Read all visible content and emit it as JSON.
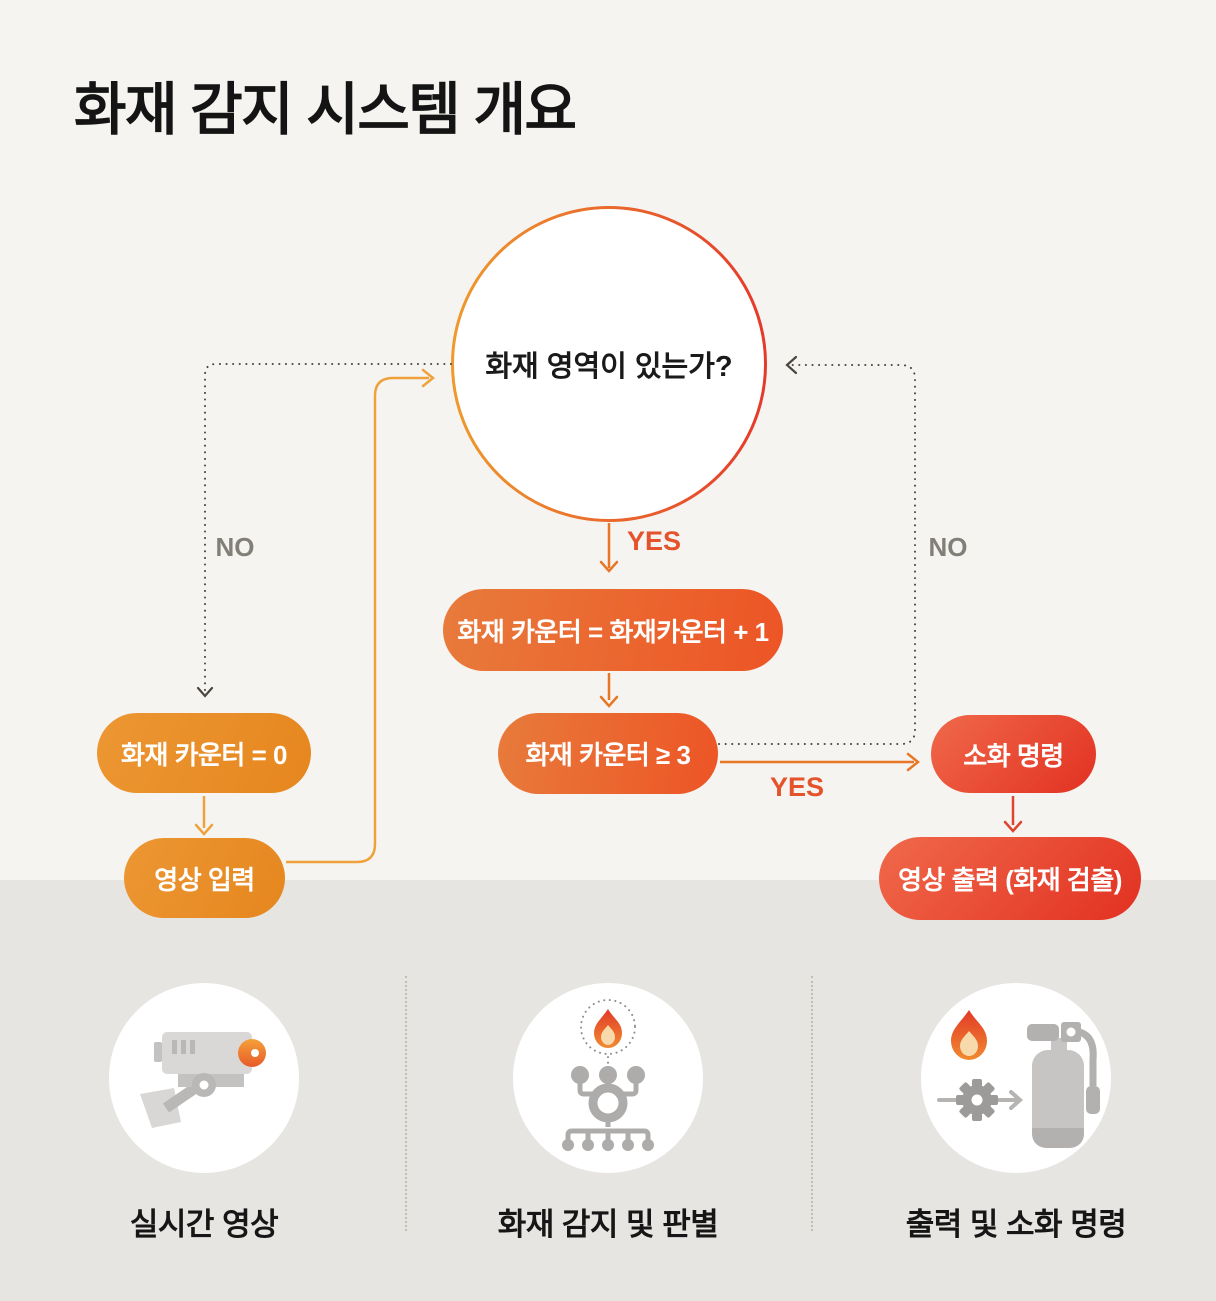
{
  "title": "화재 감지 시스템 개요",
  "colors": {
    "bg_top": "#F5F4F1",
    "bg_bottom": "#E7E5E2",
    "title_text": "#141414",
    "ring_from": "#EE9A2D",
    "ring_to": "#E5392B",
    "orange_arrow": "#E87725",
    "golden_arrow": "#EFA23C",
    "red_arrow": "#DE4530",
    "dotted_line": "#4A463F",
    "yes_label": "#E4532B",
    "no_label": "#827E78",
    "pill_center_from": "#E87B3C",
    "pill_center_to": "#ED5425",
    "pill_left_from": "#EC9733",
    "pill_left_to": "#E6861E",
    "pill_right_from": "#F0694A",
    "pill_right_to": "#E23122"
  },
  "flow": {
    "nodes": {
      "decision": "화재 영역이 있는가?",
      "increment": "화재 카운터 = 화재카운터 + 1",
      "threshold": "화재 카운터 ≥ 3",
      "reset": "화재 카운터 = 0",
      "video_input": "영상 입력",
      "extinguish": "소화 명령",
      "video_output": "영상 출력 (화재 검출)"
    },
    "branch_labels": {
      "yes": "YES",
      "no": "NO"
    }
  },
  "features": [
    {
      "label": "실시간 영상",
      "icon": "cctv-camera-icon"
    },
    {
      "label": "화재 감지 및 판별",
      "icon": "fire-detection-network-icon"
    },
    {
      "label": "출력 및 소화 명령",
      "icon": "fire-extinguisher-command-icon"
    }
  ]
}
